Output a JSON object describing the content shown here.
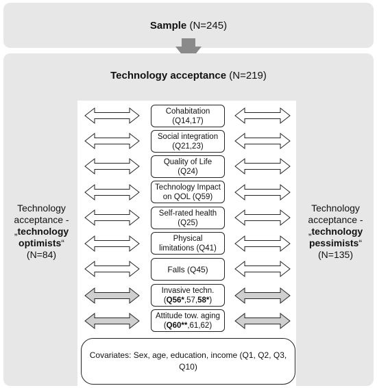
{
  "sample": {
    "bold": "Sample",
    "rest": " (N=245)"
  },
  "acceptance": {
    "bold": "Technology acceptance",
    "rest": " (N=219)"
  },
  "optimists": {
    "line1": "Technology",
    "line2": "acceptance -",
    "quote_open": "„",
    "bold": "technology",
    "bold2": "optimists",
    "quote_close": "“",
    "n": "(N=84)"
  },
  "pessimists": {
    "line1": "Technology",
    "line2": "acceptance -",
    "quote_open": "„",
    "bold": "technology",
    "bold2": "pessimists",
    "quote_close": "“",
    "n": "(N=135)"
  },
  "factors": [
    {
      "line1": "Cohabitation",
      "line2": "(Q14,17)"
    },
    {
      "line1": "Social integration",
      "line2": "(Q21,23)"
    },
    {
      "line1": "Quality of Life",
      "line2": "(Q24)"
    },
    {
      "line1": "Technology Impact",
      "line2": "on QOL (Q59)"
    },
    {
      "line1": "Self-rated health",
      "line2": "(Q25)"
    },
    {
      "line1": "Physical",
      "line2": "limitations (Q41)"
    },
    {
      "line1": "Falls (Q45)",
      "line2": ""
    },
    {
      "line1": "Invasive techn.",
      "line2_bold1": "Q56*",
      "line2_mid": ",57,",
      "line2_bold2": "58*",
      "line2_open": "(",
      "line2_close": ")"
    },
    {
      "line1": "Attitude tow. aging",
      "line2_bold1": "Q60**",
      "line2_mid": ",61,62",
      "line2_bold2": "",
      "line2_open": "(",
      "line2_close": ")"
    }
  ],
  "covariates": "Covariates: Sex, age, education, income (Q1, Q2, Q3, Q10)",
  "colors": {
    "panel": "#e7e7e7",
    "arrow_down": "#8a8a8a",
    "shaded_arrow": "#cfcfcf",
    "outline": "#222222"
  }
}
